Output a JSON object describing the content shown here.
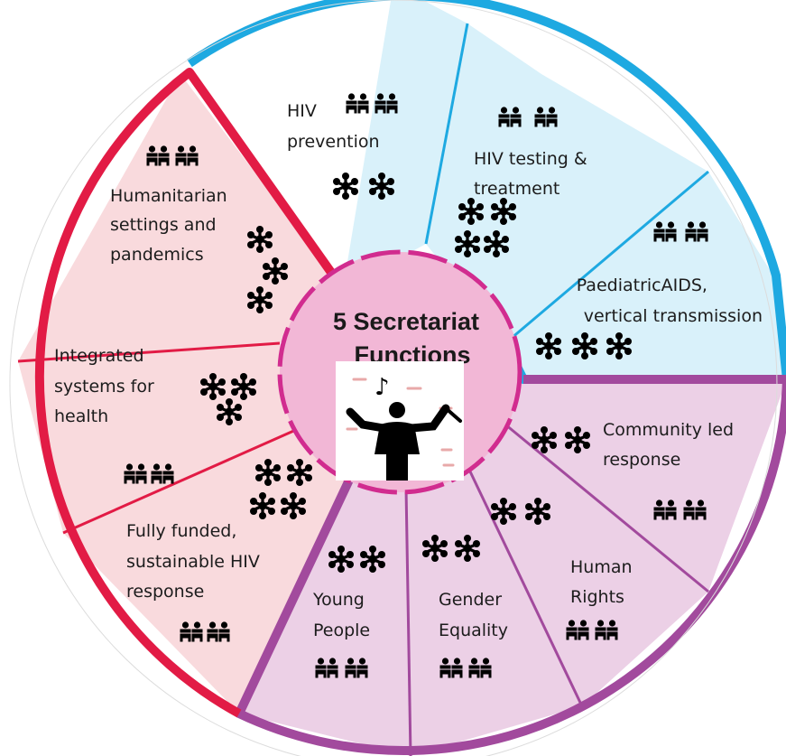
{
  "center": {
    "title_line1": "5 Secretariat",
    "title_line2": "Functions",
    "icon": "orchestra-conductor-icon"
  },
  "colors": {
    "blue_ring": "#1ea9e1",
    "blue_fill": "#d9f1fa",
    "red_ring": "#e21b45",
    "red_fill": "#f9dadd",
    "purple_ring": "#a24a9d",
    "purple_fill": "#ecd0e6",
    "center_fill": "#f2b7d6",
    "center_ring": "#d12c8f"
  },
  "icons": {
    "group": "people-group-icon",
    "cluster": "network-cluster-icon"
  },
  "groups": [
    {
      "name": "blue",
      "segments": [
        {
          "label_lines": [
            "HIV",
            "prevention"
          ]
        },
        {
          "label_lines": [
            "HIV testing &",
            "treatment"
          ]
        },
        {
          "label_lines": [
            "PaediatricAIDS,",
            "vertical transmission"
          ]
        }
      ]
    },
    {
      "name": "purple",
      "segments": [
        {
          "label_lines": [
            "Community led",
            "response"
          ]
        },
        {
          "label_lines": [
            "Human",
            "Rights"
          ]
        },
        {
          "label_lines": [
            "Gender",
            "Equality"
          ]
        },
        {
          "label_lines": [
            "Young",
            "People"
          ]
        }
      ]
    },
    {
      "name": "red",
      "segments": [
        {
          "label_lines": [
            "Fully funded,",
            "sustainable HIV",
            "response"
          ]
        },
        {
          "label_lines": [
            "Integrated",
            "systems for",
            "health"
          ]
        },
        {
          "label_lines": [
            "Humanitarian",
            "settings and",
            "pandemics"
          ]
        }
      ]
    }
  ]
}
